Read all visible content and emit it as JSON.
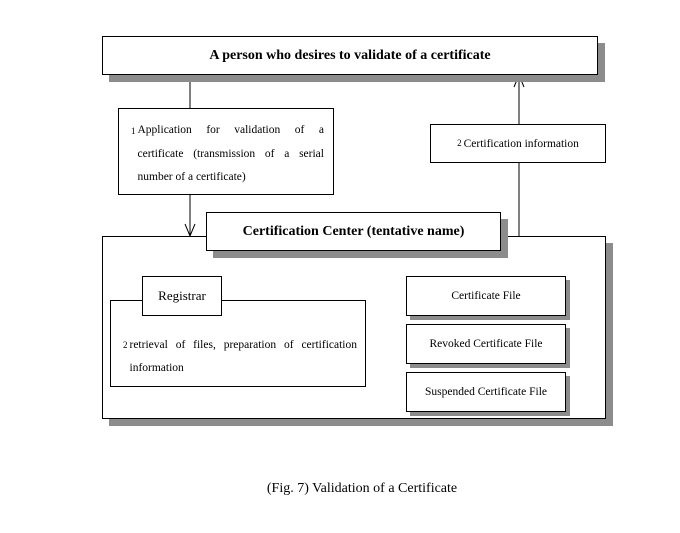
{
  "person_box": {
    "title": "A person who desires to validate of a certificate"
  },
  "application_note": {
    "step": "1",
    "text": "Application for validation of a certificate (transmission of a serial number of a certificate)"
  },
  "certification_note": {
    "step": "2",
    "text": "Certification information"
  },
  "center": {
    "title": "Certification Center (tentative name)"
  },
  "registrar": {
    "label": "Registrar",
    "step": "2",
    "text": "retrieval of files, preparation of certification information"
  },
  "files": [
    {
      "label": "Certificate File"
    },
    {
      "label": "Revoked Certificate File"
    },
    {
      "label": "Suspended Certificate File"
    }
  ],
  "caption": "(Fig. 7) Validation of a Certificate",
  "colors": {
    "shadow": "#8c8c8c",
    "line": "#000000",
    "background": "#ffffff"
  }
}
